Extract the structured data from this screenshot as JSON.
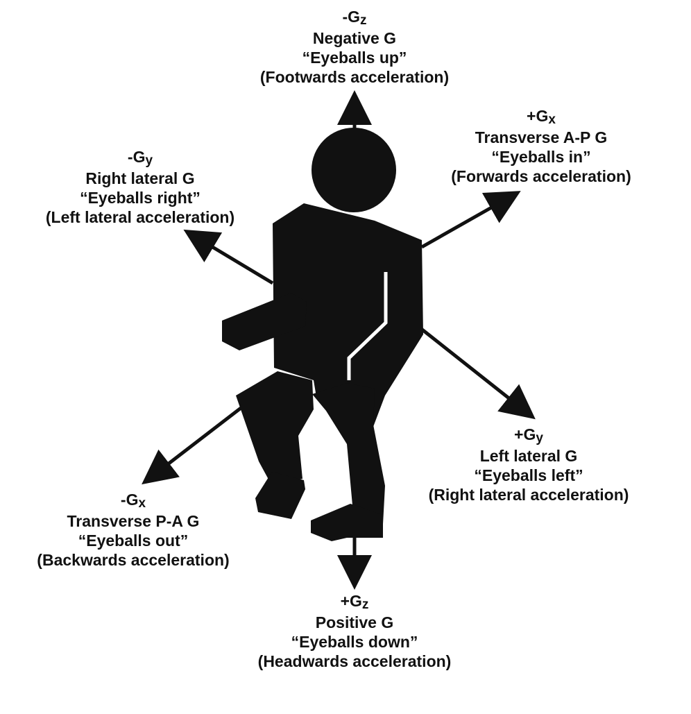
{
  "colors": {
    "figure": "#111111",
    "background": "#ffffff"
  },
  "axes": {
    "neg_gz": {
      "sign": "-G",
      "sub": "z",
      "name": "Negative G",
      "eyeballs": "“Eyeballs up”",
      "accel": "(Footwards acceleration)"
    },
    "pos_gx": {
      "sign": "+G",
      "sub": "x",
      "name": "Transverse A-P G",
      "eyeballs": "“Eyeballs in”",
      "accel": "(Forwards acceleration)"
    },
    "neg_gy": {
      "sign": "-G",
      "sub": "y",
      "name": "Right lateral G",
      "eyeballs": "“Eyeballs right”",
      "accel": "(Left lateral acceleration)"
    },
    "pos_gy": {
      "sign": "+G",
      "sub": "y",
      "name": "Left lateral G",
      "eyeballs": "“Eyeballs left”",
      "accel": "(Right lateral acceleration)"
    },
    "neg_gx": {
      "sign": "-G",
      "sub": "x",
      "name": "Transverse P-A G",
      "eyeballs": "“Eyeballs out”",
      "accel": "(Backwards acceleration)"
    },
    "pos_gz": {
      "sign": "+G",
      "sub": "z",
      "name": "Positive G",
      "eyeballs": "“Eyeballs down”",
      "accel": "(Headwards acceleration)"
    }
  }
}
